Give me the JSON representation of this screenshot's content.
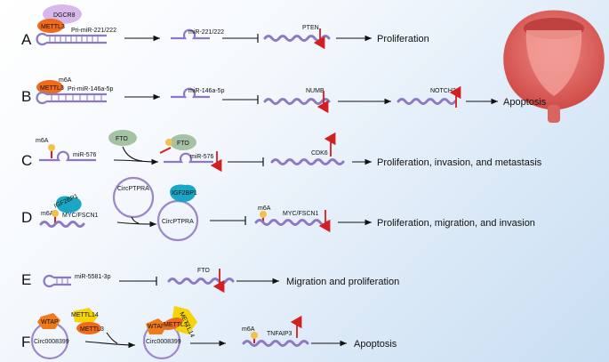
{
  "rows": {
    "A": {
      "letter": "A",
      "proteins": [
        "DGCR8",
        "METTL3"
      ],
      "pri": "Pri-miR-221/222",
      "mature": "miR-221/222",
      "target": "PTEN",
      "outcome": "Proliferation"
    },
    "B": {
      "letter": "B",
      "mark": "m6A",
      "protein": "METTL3",
      "pri": "Pri-miR-146a-5p",
      "mature": "miR-146a-5p",
      "target1": "NUMB",
      "target2": "NOTCH2",
      "outcome": "Apoptosis"
    },
    "C": {
      "letter": "C",
      "mark": "m6A",
      "rna": "miR-576",
      "eraser": "FTO",
      "eraser2": "FTO",
      "rna2": "miR-576",
      "target": "CDK6",
      "outcome": "Proliferation, invasion, and metastasis"
    },
    "D": {
      "letter": "D",
      "reader": "IGF2BP1",
      "mark": "m6A",
      "rna": "MYC/FSCN1",
      "circ": "CircPTPRA",
      "reader2": "IGF2BP1",
      "circ2": "CircPTPRA",
      "mark2": "m6A",
      "target": "MYC/FSCN1",
      "outcome": "Proliferation, migration, and invasion"
    },
    "E": {
      "letter": "E",
      "rna": "miR-5581-3p",
      "target": "FTO",
      "outcome": "Migration and proliferation"
    },
    "F": {
      "letter": "F",
      "writers": [
        "WTAP",
        "METTL14",
        "METTL3"
      ],
      "circ": "Circ0008399",
      "writers2": [
        "WTAP",
        "METTL14",
        "METTL3"
      ],
      "circ2": "Circ0008399",
      "mark": "m6A",
      "target": "TNFAIP3",
      "outcome": "Apoptosis"
    }
  },
  "colors": {
    "rna": "#8d78c4",
    "up_down_arrow": "#d21f1f",
    "mettl3": "#ef6a1a",
    "dgcr8": "#d8b8ea",
    "fto": "#a5c3a4",
    "igf2bp1": "#1aa7c6",
    "wtap": "#f07b1a",
    "mettl14": "#f6d40a",
    "m6a_bead": "#f2c14a",
    "bladder": "#e2655f"
  }
}
